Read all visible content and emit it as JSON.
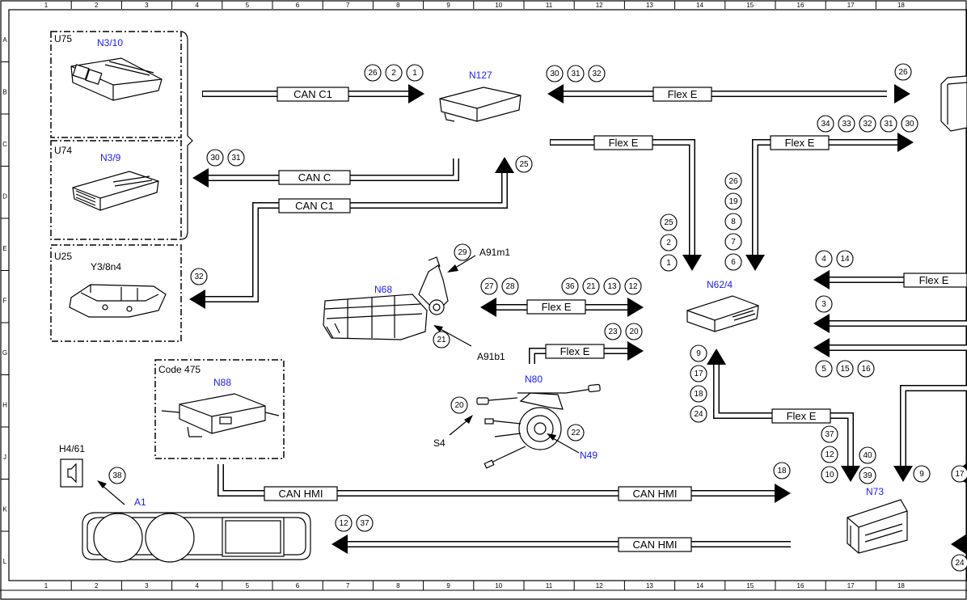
{
  "grid": {
    "columns": [
      "1",
      "2",
      "3",
      "4",
      "5",
      "6",
      "7",
      "8",
      "9",
      "10",
      "11",
      "12",
      "13",
      "14",
      "15",
      "16",
      "17",
      "18"
    ],
    "rows": [
      "A",
      "B",
      "C",
      "D",
      "E",
      "F",
      "G",
      "H",
      "J",
      "K",
      "L"
    ]
  },
  "units": {
    "u75": {
      "code": "U75",
      "name": "N3/10"
    },
    "u74": {
      "code": "U74",
      "name": "N3/9"
    },
    "u25": {
      "code": "U25",
      "name": "Y3/8n4"
    },
    "code475": {
      "code": "Code 475",
      "name": "N88"
    }
  },
  "components": {
    "n127": "N127",
    "n62_4": "N62/4",
    "n68": "N68",
    "n80": "N80",
    "n49": "N49",
    "n73": "N73",
    "a1": "A1",
    "h4_61": "H4/61",
    "s4": "S4",
    "a91m1": "A91m1",
    "a91b1": "A91b1"
  },
  "bus": {
    "can_c1": "CAN C1",
    "can_c": "CAN C",
    "flex_e": "Flex E",
    "can_hmi": "CAN HMI"
  },
  "callouts": {
    "can_c1_top": [
      "26",
      "2",
      "1"
    ],
    "flex_top": [
      "30",
      "31",
      "32"
    ],
    "flex_top_right": [
      "26"
    ],
    "can_c": [
      "30",
      "31"
    ],
    "c25": [
      "25"
    ],
    "c32": [
      "32"
    ],
    "flex_c": [
      "34",
      "33",
      "32",
      "31",
      "30"
    ],
    "stack_mid": [
      "25",
      "2",
      "1"
    ],
    "stack_n62": [
      "26",
      "19",
      "8",
      "7",
      "6"
    ],
    "c29": [
      "29"
    ],
    "flex_f_left": [
      "27",
      "28"
    ],
    "flex_f_right": [
      "36",
      "21",
      "13",
      "12"
    ],
    "c21": [
      "21"
    ],
    "flex_g": [
      "23",
      "20"
    ],
    "right_f": [
      "4",
      "14"
    ],
    "right_f2": [
      "3"
    ],
    "right_g": [
      "5",
      "15",
      "16"
    ],
    "stack_g": [
      "9",
      "17",
      "18",
      "24"
    ],
    "c20": [
      "20"
    ],
    "c22": [
      "22"
    ],
    "stack_j": [
      "37",
      "12",
      "10"
    ],
    "stack_j2": [
      "40",
      "39"
    ],
    "c9": [
      "9"
    ],
    "c17": [
      "17"
    ],
    "c38": [
      "38"
    ],
    "c18": [
      "18"
    ],
    "can_hmi_bottom": [
      "12",
      "37"
    ],
    "c24": [
      "24"
    ]
  }
}
